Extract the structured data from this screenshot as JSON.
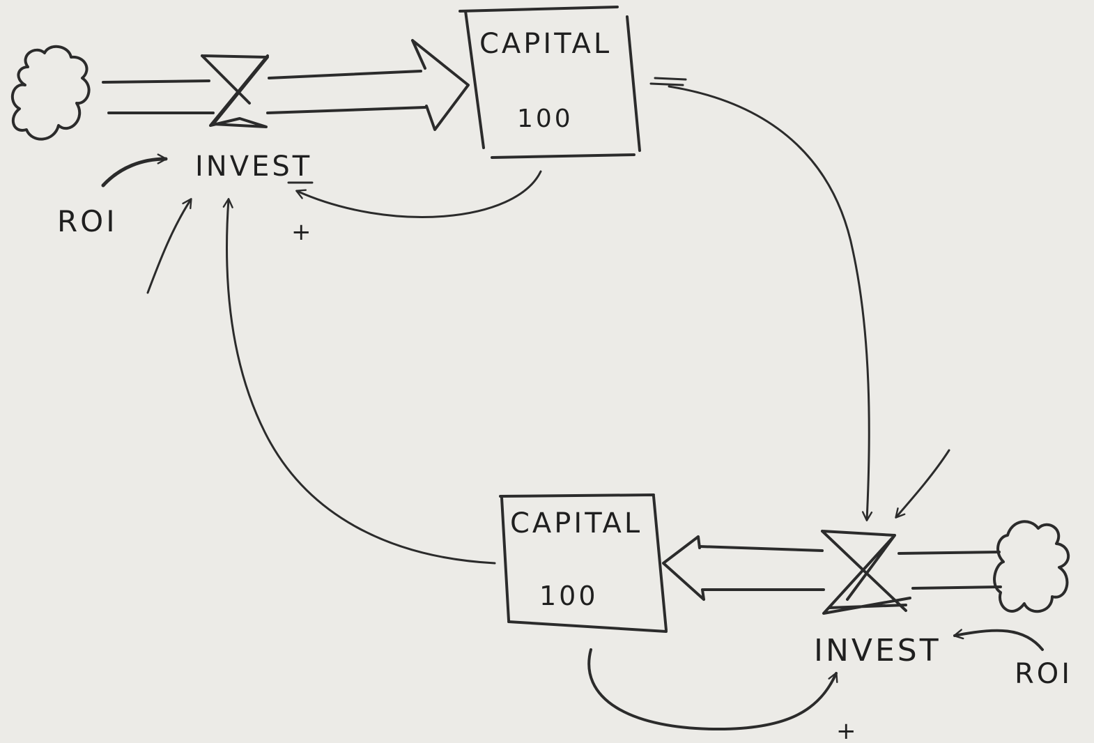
{
  "diagram": {
    "top": {
      "stock_label": "CAPITAL",
      "stock_value": "100",
      "flow_label": "INVEST",
      "aux_label": "ROI",
      "polarity": "+"
    },
    "bottom": {
      "stock_label": "CAPITAL",
      "stock_value": "100",
      "flow_label": "INVEST",
      "aux_label": "ROI",
      "polarity": "+"
    },
    "link_marks": {
      "top_capital_out": "="
    }
  }
}
